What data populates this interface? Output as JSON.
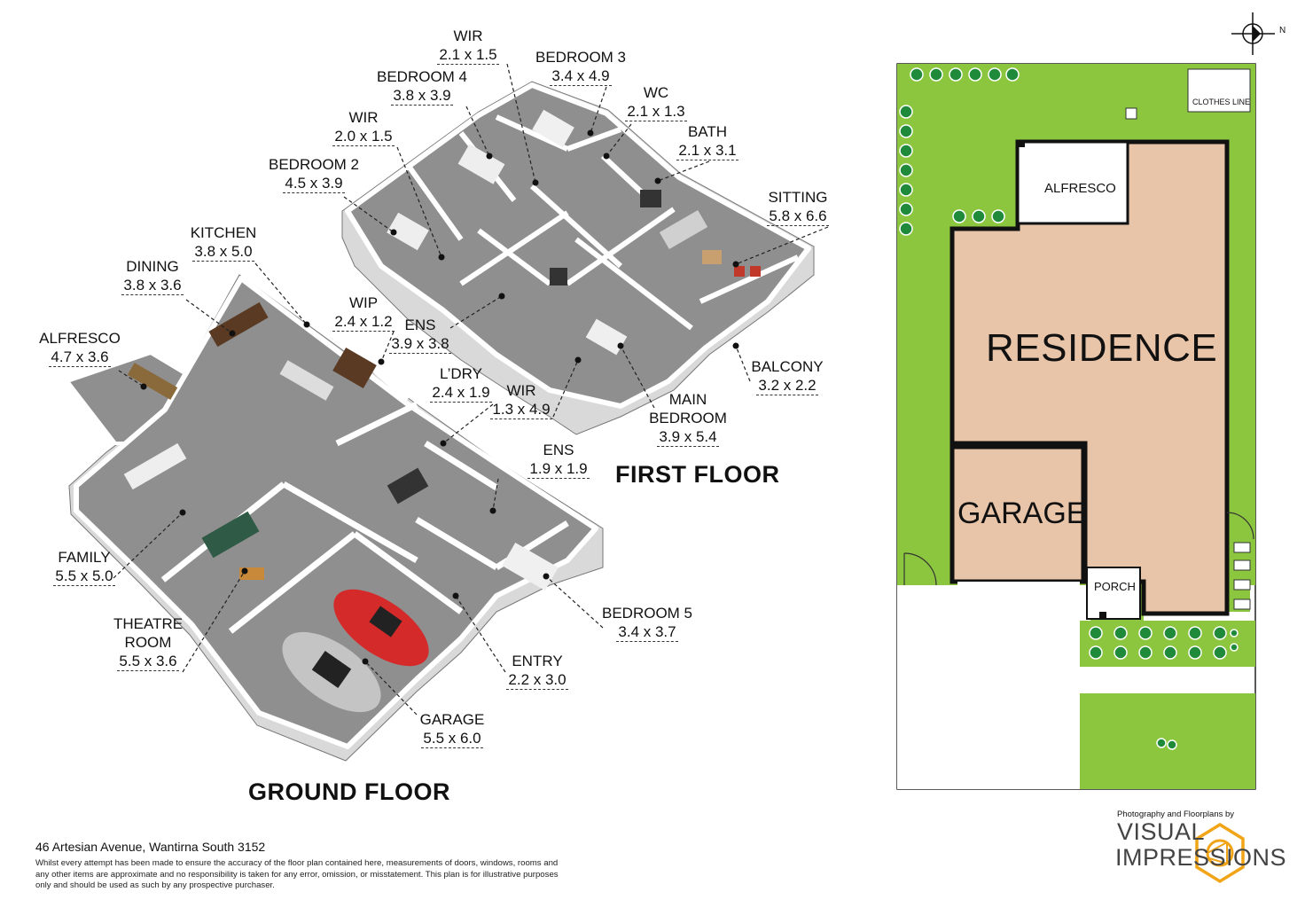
{
  "rooms": {
    "wir_top": {
      "name": "WIR",
      "dim": "2.1 x 1.5"
    },
    "bedroom3": {
      "name": "BEDROOM 3",
      "dim": "3.4 x 4.9"
    },
    "bedroom4": {
      "name": "BEDROOM 4",
      "dim": "3.8 x 3.9"
    },
    "wc": {
      "name": "WC",
      "dim": "2.1 x 1.3"
    },
    "wir_b2": {
      "name": "WIR",
      "dim": "2.0 x 1.5"
    },
    "bath": {
      "name": "BATH",
      "dim": "2.1 x 3.1"
    },
    "bedroom2": {
      "name": "BEDROOM 2",
      "dim": "4.5 x 3.9"
    },
    "sitting": {
      "name": "SITTING",
      "dim": "5.8 x 6.6"
    },
    "kitchen": {
      "name": "KITCHEN",
      "dim": "3.8 x 5.0"
    },
    "dining": {
      "name": "DINING",
      "dim": "3.8 x 3.6"
    },
    "wip": {
      "name": "WIP",
      "dim": "2.4 x 1.2"
    },
    "ens_first": {
      "name": "ENS",
      "dim": "3.9 x 3.8"
    },
    "alfresco": {
      "name": "ALFRESCO",
      "dim": "4.7 x 3.6"
    },
    "ldry": {
      "name": "L’DRY",
      "dim": "2.4 x 1.9"
    },
    "balcony": {
      "name": "BALCONY",
      "dim": "3.2 x 2.2"
    },
    "wir_main": {
      "name": "WIR",
      "dim": "1.3 x 4.9"
    },
    "main_bedroom": {
      "name1": "MAIN",
      "name2": "BEDROOM",
      "dim": "3.9 x 5.4"
    },
    "ens_ground": {
      "name": "ENS",
      "dim": "1.9 x 1.9"
    },
    "family": {
      "name": "FAMILY",
      "dim": "5.5 x 5.0"
    },
    "bedroom5": {
      "name": "BEDROOM 5",
      "dim": "3.4 x 3.7"
    },
    "theatre": {
      "name1": "THEATRE",
      "name2": "ROOM",
      "dim": "5.5 x 3.6"
    },
    "entry": {
      "name": "ENTRY",
      "dim": "2.2 x 3.0"
    },
    "garage": {
      "name": "GARAGE",
      "dim": "5.5 x 6.0"
    }
  },
  "floors": {
    "first": "FIRST FLOOR",
    "ground": "GROUND FLOOR"
  },
  "site": {
    "residence": "RESIDENCE",
    "garage": "GARAGE",
    "alfresco": "ALFRESCO",
    "porch": "PORCH",
    "clothes_line": "CLOTHES LINE",
    "compass": "N"
  },
  "colors": {
    "lawn": "#8cc63f",
    "residence": "#e8c4a8",
    "floor_grey": "#8f8f8f",
    "wall": "#ffffff",
    "car": "#d42a2a"
  },
  "footer": {
    "address": "46 Artesian Avenue, Wantirna South 3152",
    "disclaimer": "Whilst every attempt has been made to ensure the accuracy of the floor plan contained here, measurements of doors, windows, rooms and any other items are approximate and no responsibility is taken for any error, omission, or misstatement. This plan is for illustrative purposes only and should be used as such by any prospective purchaser."
  },
  "branding": {
    "credit": "Photography and Floorplans by",
    "logo_line1": "VISUAL",
    "logo_line2": "IMPRESSIONS",
    "logo_icon": "aperture-icon"
  }
}
